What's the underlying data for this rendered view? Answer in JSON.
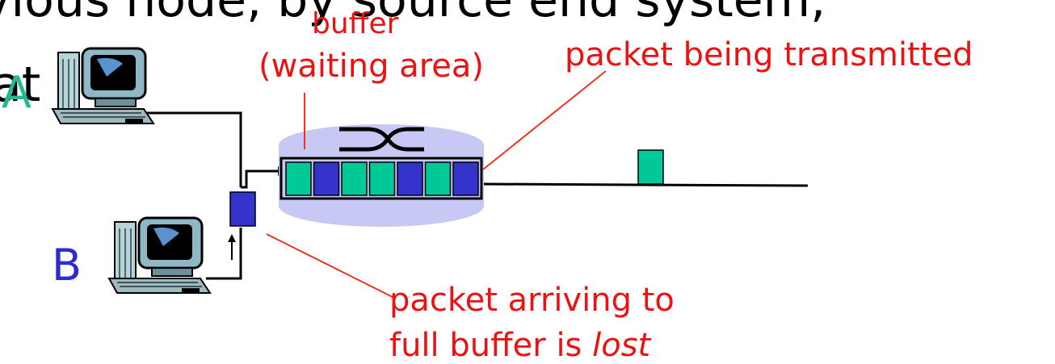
{
  "title_fragment": "vious node, by source end system,",
  "title_fragment_line2": "at",
  "hosts": [
    {
      "label": "A",
      "color": "#22b894"
    },
    {
      "label": "B",
      "color": "#2a2ad6"
    }
  ],
  "router": {
    "buffer_label": "buffer",
    "buffer_sublabel": "(waiting area)",
    "queue_packet_colors": [
      "#00c896",
      "#3434cc",
      "#00c896",
      "#00c896",
      "#3434cc",
      "#00c896",
      "#3434cc"
    ]
  },
  "annotations": {
    "transmitted": "packet being transmitted",
    "arriving_line1": "packet arriving to",
    "arriving_line2_prefix": "full buffer is ",
    "arriving_line2_emph": "lost"
  },
  "colors": {
    "packet_green": "#00c896",
    "packet_blue": "#3434cc",
    "annotation_red": "#ee1111",
    "router_fill": "#c8c8f4"
  }
}
